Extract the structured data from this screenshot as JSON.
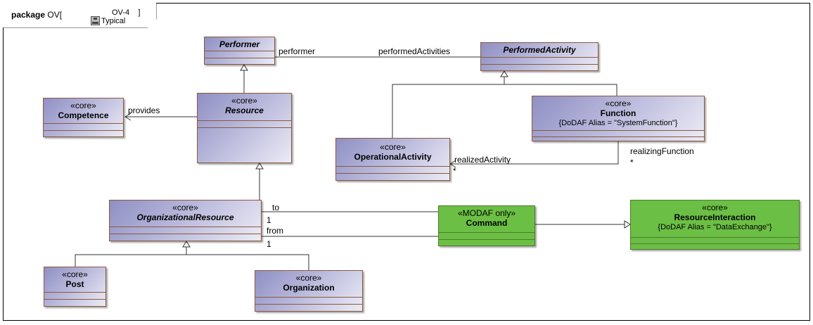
{
  "frame": {
    "keyword": "package",
    "name_prefix": "OV[",
    "diagram_name": "OV-4",
    "bracket_close": "]",
    "diagram_type": "Typical"
  },
  "classes": {
    "performer": {
      "name": "Performer"
    },
    "performed_activity": {
      "name": "PerformedActivity"
    },
    "competence": {
      "stereotype": "«core»",
      "name": "Competence"
    },
    "resource": {
      "stereotype": "«core»",
      "name": "Resource"
    },
    "function": {
      "stereotype": "«core»",
      "name": "Function",
      "tag": "{DoDAF Alias = \"SystemFunction\"}"
    },
    "operational_activity": {
      "stereotype": "«core»",
      "name": "OperationalActivity"
    },
    "organizational_resource": {
      "stereotype": "«core»",
      "name": "OrganizationalResource"
    },
    "command": {
      "stereotype": "«MODAF only»",
      "name": "Command"
    },
    "resource_interaction": {
      "stereotype": "«core»",
      "name": "ResourceInteraction",
      "tag": "{DoDAF Alias = \"DataExchange\"}"
    },
    "post": {
      "stereotype": "«core»",
      "name": "Post"
    },
    "organization": {
      "stereotype": "«core»",
      "name": "Organization"
    }
  },
  "labels": {
    "performer_role": "performer",
    "performed_activities_role": "performedActivities",
    "provides": "provides",
    "realized_activity": "realizedActivity",
    "realized_activity_mult": "*",
    "realizing_function": "realizingFunction",
    "realizing_function_mult": "*",
    "to": "to",
    "to_mult": "1",
    "from": "from",
    "from_mult": "1"
  },
  "colors": {
    "class_fill_purple": "#b7b7db",
    "class_fill_green": "#6cbf45",
    "class_border": "#8b5a3c"
  }
}
